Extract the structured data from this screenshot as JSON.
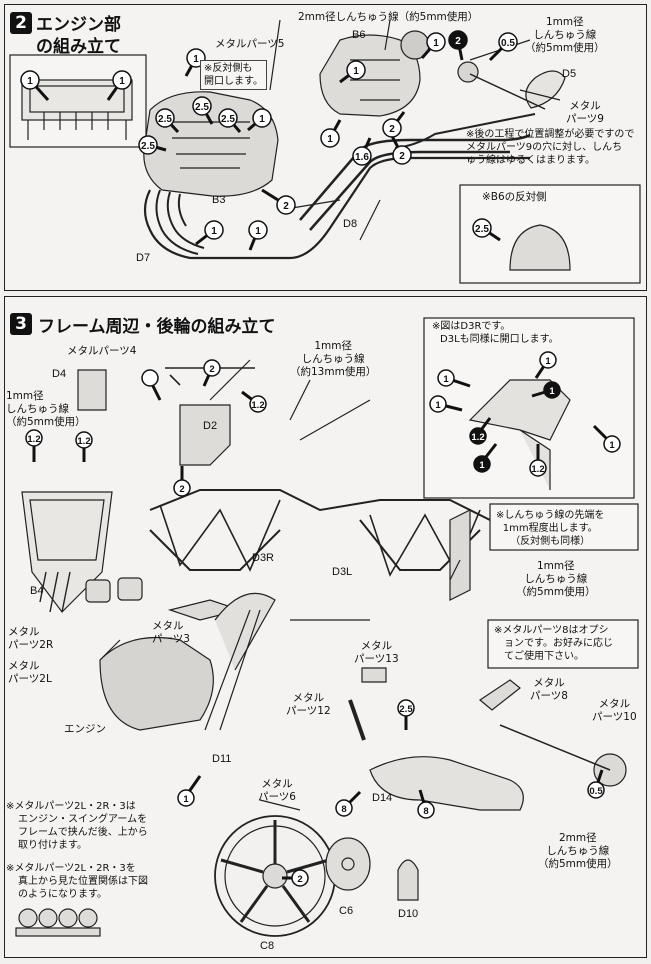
{
  "section2": {
    "number": "2",
    "title_line1": "エンジン部",
    "title_line2": "の組み立て",
    "labels": {
      "wire_2mm": "2mm径しんちゅう線（約5mm使用）",
      "metal5": "メタルパーツ5",
      "b6": "B6",
      "wire_1mm_l1": "1mm径",
      "wire_1mm_l2": "しんちゅう線",
      "wire_1mm_l3": "（約5mm使用）",
      "d5": "D5",
      "metal9_l1": "メタル",
      "metal9_l2": "パーツ9",
      "open_note_l1": "※反対側も",
      "open_note_l2": "開口します。",
      "later_note_l1": "※後の工程で位置調整が必要ですので",
      "later_note_l2": "メタルパーツ9の穴に対し、しんち",
      "later_note_l3": "ゅう線はゆるくはまります。",
      "b6_opposite": "※B6の反対側",
      "b3": "B3",
      "d8": "D8",
      "d7": "D7"
    },
    "screw_sizes": [
      "1",
      "1",
      "2.5",
      "2.5",
      "2.5",
      "2.5",
      "1",
      "1",
      "1",
      "2",
      "0.5",
      "1",
      "2",
      "1",
      "1.6",
      "2",
      "2",
      "1",
      "1",
      "2.5"
    ]
  },
  "section3": {
    "number": "3",
    "title": "フレーム周辺・後輪の組み立て",
    "labels": {
      "metal4": "メタルパーツ4",
      "wire13_l1": "1mm径",
      "wire13_l2": "しんちゅう線",
      "wire13_l3": "（約13mm使用）",
      "d4": "D4",
      "wire5_l1": "1mm径",
      "wire5_l2": "しんちゅう線",
      "wire5_l3": "（約5mm使用）",
      "d2": "D2",
      "d3r_note_l1": "※図はD3Rです。",
      "d3r_note_l2": "D3Lも同様に開口します。",
      "tip_note_l1": "※しんちゅう線の先端を",
      "tip_note_l2": "1mm程度出します。",
      "tip_note_l3": "（反対側も同様）",
      "d3r": "D3R",
      "d3l": "D3L",
      "b4": "B4",
      "wire5b_l1": "1mm径",
      "wire5b_l2": "しんちゅう線",
      "wire5b_l3": "（約5mm使用）",
      "metal2r_l1": "メタル",
      "metal2r_l2": "パーツ2R",
      "metal3_l1": "メタル",
      "metal3_l2": "パーツ3",
      "metal2l_l1": "メタル",
      "metal2l_l2": "パーツ2L",
      "option_note_l1": "※メタルパーツ8はオプシ",
      "option_note_l2": "ョンです。お好みに応じ",
      "option_note_l3": "てご使用下さい。",
      "metal13_l1": "メタル",
      "metal13_l2": "パーツ13",
      "metal8_l1": "メタル",
      "metal8_l2": "パーツ8",
      "metal12_l1": "メタル",
      "metal12_l2": "パーツ12",
      "metal10_l1": "メタル",
      "metal10_l2": "パーツ10",
      "engine": "エンジン",
      "d11": "D11",
      "metal6_l1": "メタル",
      "metal6_l2": "パーツ6",
      "d14": "D14",
      "note2_l1": "※メタルパーツ2L・2R・3は",
      "note2_l2": "エンジン・スイングアームを",
      "note2_l3": "フレームで挟んだ後、上から",
      "note2_l4": "取り付けます。",
      "note3_l1": "※メタルパーツ2L・2R・3を",
      "note3_l2": "真上から見た位置関係は下図",
      "note3_l3": "のようになります。",
      "wire2_l1": "2mm径",
      "wire2_l2": "しんちゅう線",
      "wire2_l3": "（約5mm使用）",
      "c6": "C6",
      "d10": "D10",
      "c8": "C8"
    }
  }
}
